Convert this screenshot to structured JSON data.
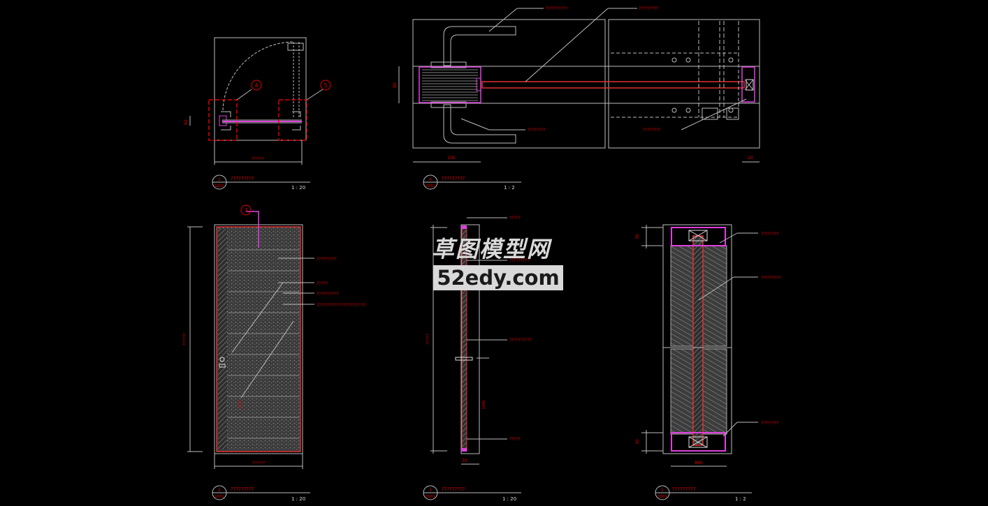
{
  "views": [
    {
      "number": "1",
      "sheet": "SD01",
      "title": "?????????",
      "scale": "1 : 20"
    },
    {
      "number": "4",
      "sheet": "SD01",
      "title": "?????????",
      "scale": "1 : 2"
    },
    {
      "number": "2",
      "sheet": "SD01",
      "title": "?????????",
      "scale": "1 : 20"
    },
    {
      "number": "3",
      "sheet": "SD01",
      "title": "?????????",
      "scale": "1 : 20"
    },
    {
      "number": "5",
      "sheet": "SD01",
      "title": "?????????",
      "scale": "1 : 2"
    }
  ],
  "section_markers": {
    "plan_left": "4",
    "plan_right": "5",
    "elevation_top": "3"
  },
  "detail4_labels": [
    "??????????",
    "?????????",
    "????????",
    "????????"
  ],
  "detail4_dims": {
    "width": "100",
    "height": "60",
    "right": "20"
  },
  "elevation_labels": [
    "?????????",
    "?????",
    "??????????",
    "??????????????????????"
  ],
  "side_labels": [
    "?????",
    "?????????",
    "????",
    "??????????",
    "?????"
  ],
  "detail5_labels": [
    "????????",
    "?????????",
    "????????"
  ],
  "detail5_dims": {
    "top": "30",
    "bottom": "30",
    "width": "860"
  },
  "plan_dims": {
    "left_small": "60",
    "overall": "???????"
  },
  "elevation_dims": {
    "height": "???????",
    "width": "???????",
    "handle": "1000"
  },
  "side_dims": {
    "bottom": "20",
    "overall": "??????",
    "handle": "1000"
  },
  "watermark": {
    "cn": "草图模型网",
    "en": "52edy.com"
  }
}
